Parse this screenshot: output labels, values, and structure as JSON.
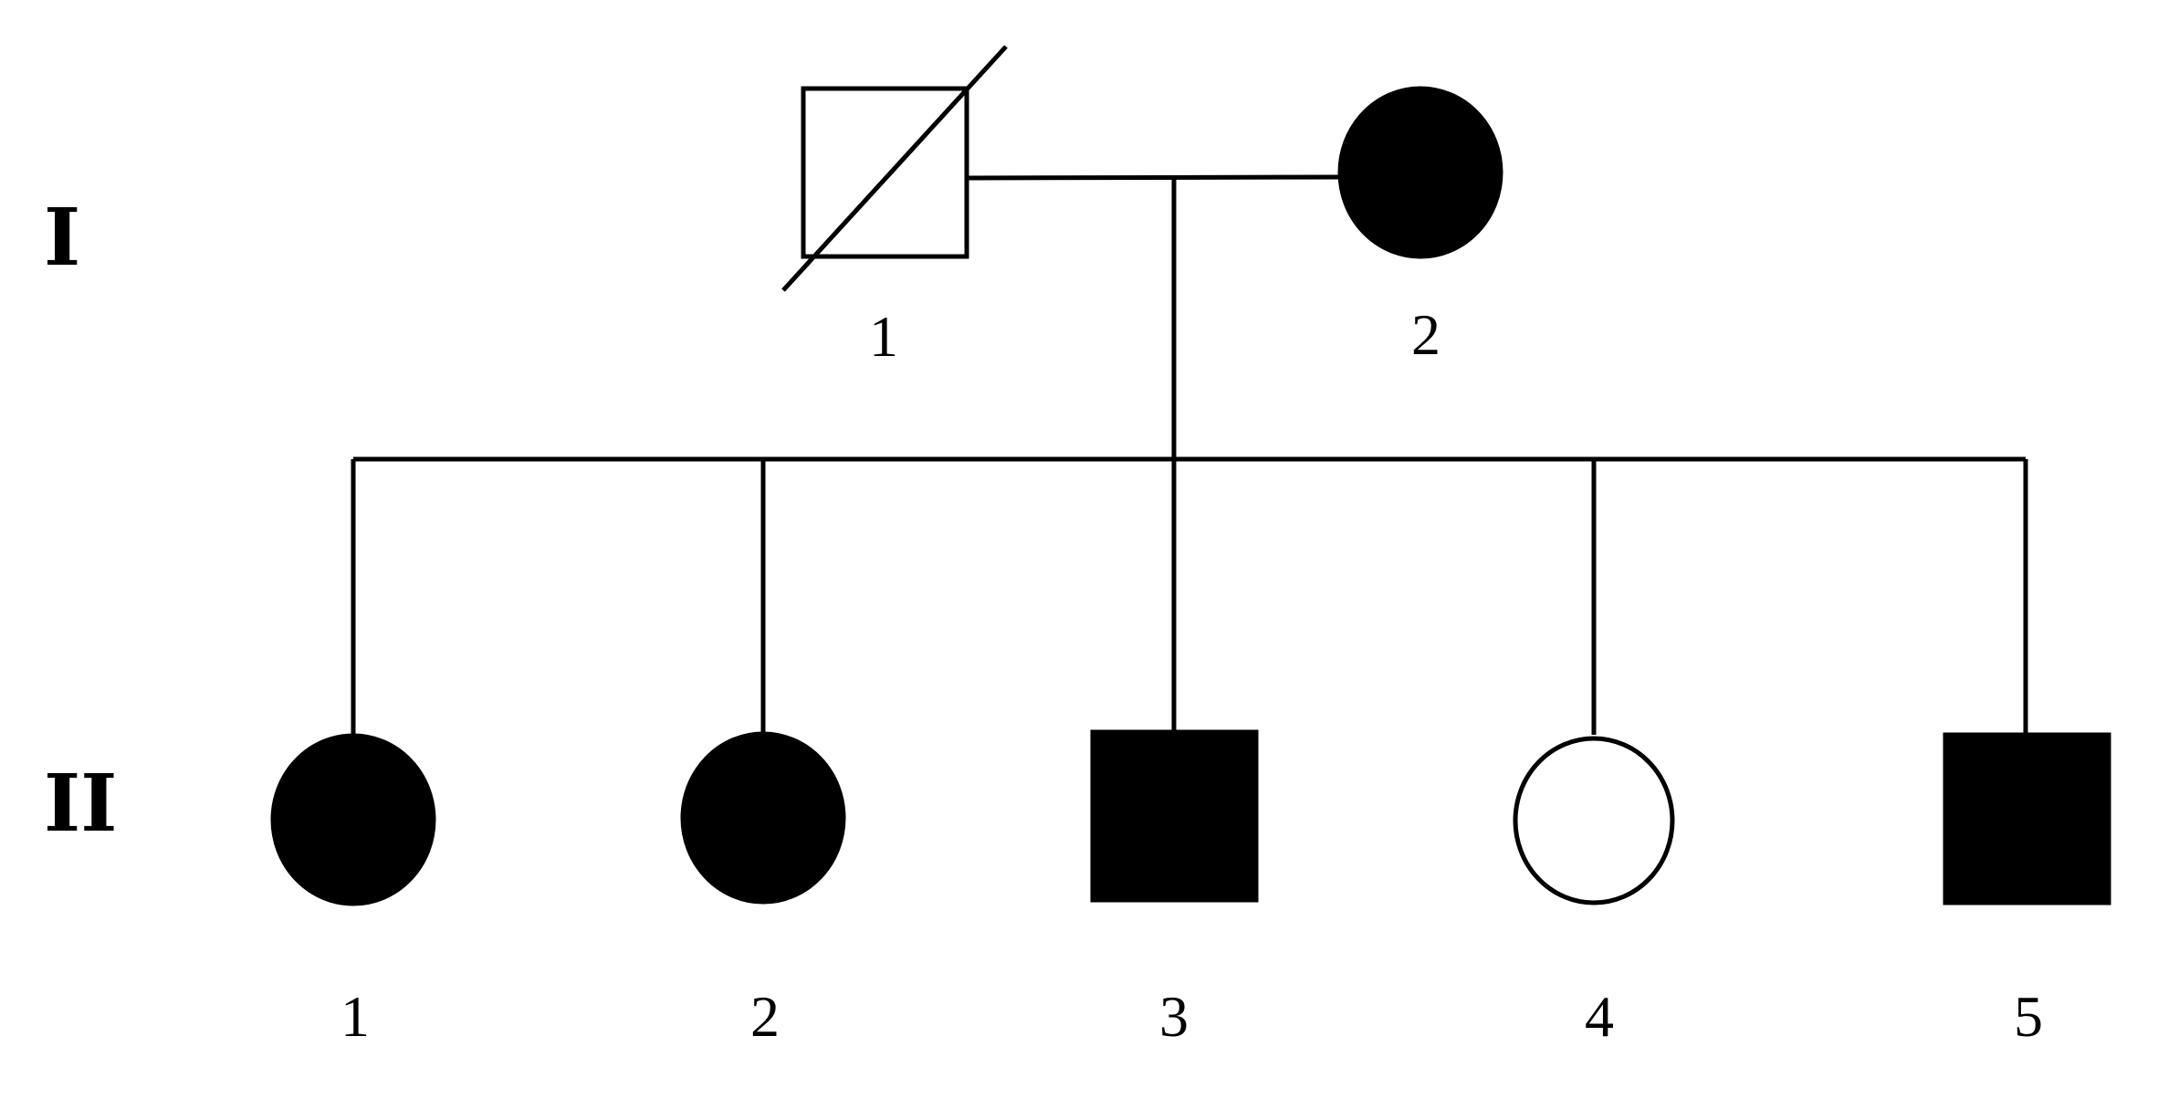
{
  "generations": [
    {
      "label": "I",
      "individuals": [
        {
          "number": "1",
          "sex": "male",
          "affected": false,
          "deceased": true
        },
        {
          "number": "2",
          "sex": "female",
          "affected": true,
          "deceased": false
        }
      ]
    },
    {
      "label": "II",
      "individuals": [
        {
          "number": "1",
          "sex": "female",
          "affected": true,
          "deceased": false
        },
        {
          "number": "2",
          "sex": "female",
          "affected": true,
          "deceased": false
        },
        {
          "number": "3",
          "sex": "male",
          "affected": true,
          "deceased": false
        },
        {
          "number": "4",
          "sex": "female",
          "affected": false,
          "deceased": false
        },
        {
          "number": "5",
          "sex": "male",
          "affected": true,
          "deceased": false
        }
      ]
    }
  ],
  "colors": {
    "affected_fill": "#000000",
    "unaffected_fill": "#ffffff",
    "stroke": "#000000"
  }
}
